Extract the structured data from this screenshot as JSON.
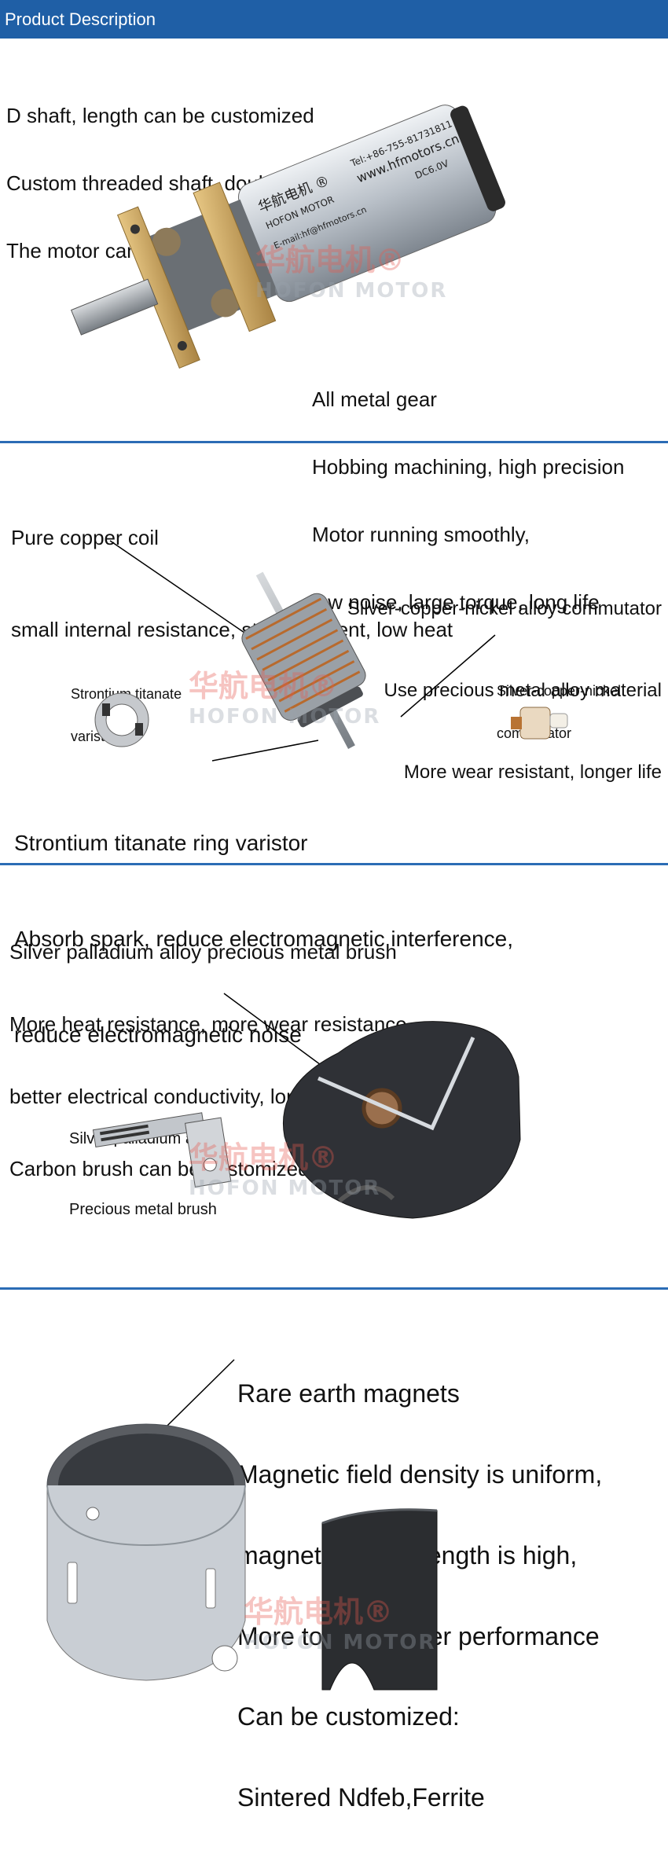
{
  "header": {
    "title": "Product Description"
  },
  "section1": {
    "lines_top": [
      "D shaft, length can be customized",
      "Custom threaded shaft, double D shaft",
      "The motor can CW and CCW"
    ],
    "lines_bottom": [
      "All metal gear",
      "Hobbing machining, high precision",
      "Motor running smoothly,",
      "low noise, large torque, long life"
    ],
    "label_lines": [
      "华航电机 ®",
      "HOFON MOTOR",
      "Tel:+86-755-81731811",
      "www.hfmotors.cn",
      "E-mail:hf@hfmotors.cn",
      "DC6.0V"
    ]
  },
  "section2": {
    "lines_top": [
      "Pure copper coil",
      "small internal resistance, stable current, low heat"
    ],
    "lines_right": [
      "Silver-copper-nickel alloy commutator",
      "Use precious metal alloy material",
      "More wear resistant, longer life"
    ],
    "small_left": [
      "Strontium titanate",
      "varistor"
    ],
    "small_right": [
      "Silver-copper-nickel",
      "commutator"
    ],
    "lines_bottom": [
      "Strontium titanate ring varistor",
      "Absorb spark, reduce electromagnetic interference,",
      "reduce electromagnetic noise"
    ]
  },
  "section3": {
    "lines_top": [
      "Silver palladium alloy precious metal brush",
      "More heat resistance, more wear resistance,",
      "better electrical conductivity, longer life",
      "Carbon brush can be customized"
    ],
    "small_left": [
      "Silver-palladium alloy",
      "Precious metal brush"
    ]
  },
  "section4": {
    "lines": [
      "Rare earth magnets",
      "Magnetic field density is uniform,",
      "magnetic field strength is high,",
      "More torque, better performance",
      "Can be customized:",
      "Sintered Ndfeb,Ferrite"
    ]
  },
  "watermark": {
    "cn": "华航电机",
    "reg": "®",
    "en": "HOFON MOTOR"
  }
}
